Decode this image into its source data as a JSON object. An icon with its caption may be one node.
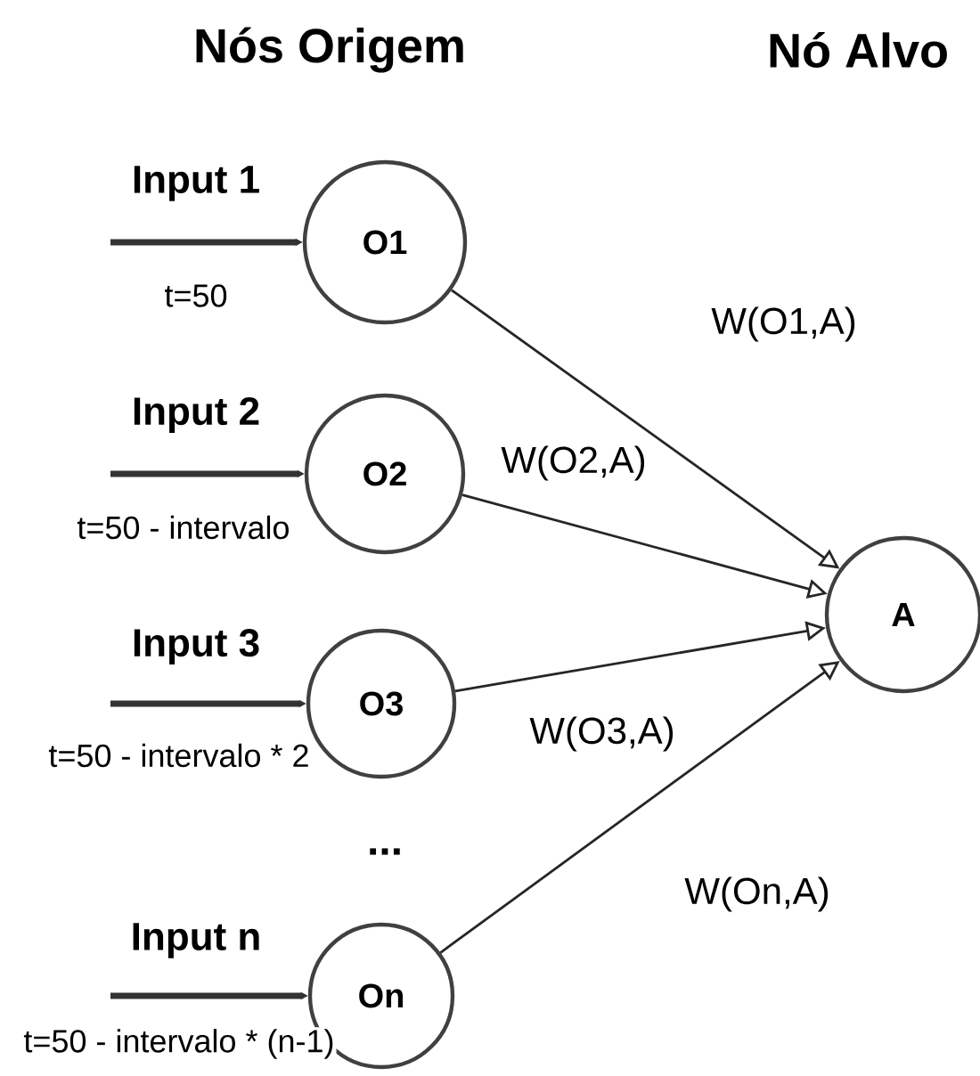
{
  "diagram": {
    "nodes": [
      {
        "text": [
          "O1"
        ],
        "beside": [
          "t=50"
        ]
      },
      {
        "text": [
          "O2"
        ],
        "beside": [
          "t=50 - intervalo"
        ]
      },
      {
        "text": [
          "O3"
        ],
        "beside": [
          "t=50 - intervalo * 2"
        ]
      },
      {
        "text": [
          "On"
        ],
        "beside": [
          "t=50 - intervalo * (n-1)"
        ]
      },
      {
        "text": [
          "A"
        ]
      }
    ],
    "edges": [
      {
        "from": null,
        "to": 0,
        "arrow": "to",
        "label": "Input 1",
        "style": "thick"
      },
      {
        "from": null,
        "to": 1,
        "arrow": "to",
        "label": "Input 2",
        "style": "thick"
      },
      {
        "from": null,
        "to": 2,
        "arrow": "to",
        "label": "Input 3",
        "style": "thick"
      },
      {
        "from": null,
        "to": 3,
        "arrow": "to",
        "label": "Input n",
        "style": "thick"
      },
      {
        "from": 0,
        "to": 4,
        "arrow": "to",
        "label": "W(O1,A)"
      },
      {
        "from": 1,
        "to": 4,
        "arrow": "to",
        "label": "W(O2,A)"
      },
      {
        "from": 2,
        "to": 4,
        "arrow": "to",
        "label": "W(O3,A)"
      },
      {
        "from": 3,
        "to": 4,
        "arrow": "to",
        "label": "W(On,A)"
      }
    ],
    "labels": [
      "Nós Origem",
      "Nó Alvo",
      "..."
    ]
  }
}
